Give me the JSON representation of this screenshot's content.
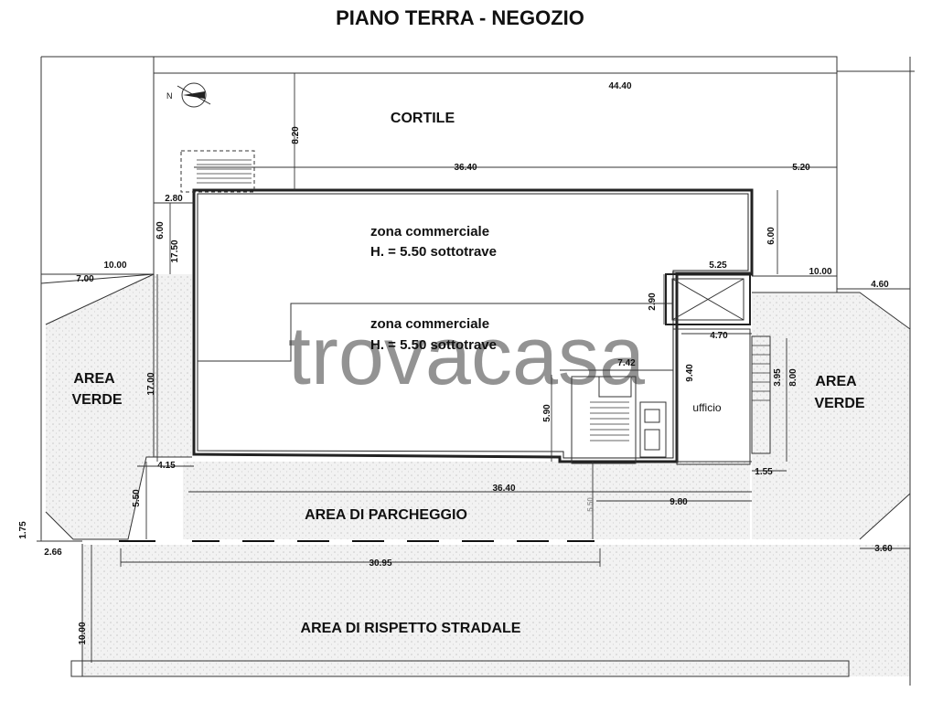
{
  "title": "PIANO TERRA - NEGOZIO",
  "watermark": "trovacasa",
  "labels": {
    "courtyard": "CORTILE",
    "zone1_line1": "zona commerciale",
    "zone1_line2": "H. = 5.50 sottotrave",
    "zone2_line1": "zona commerciale",
    "zone2_line2": "H. = 5.50 sottotrave",
    "green_left_line1": "AREA",
    "green_left_line2": "VERDE",
    "green_right_line1": "AREA",
    "green_right_line2": "VERDE",
    "office": "ufficio",
    "parking": "AREA DI PARCHEGGIO",
    "road_buffer": "AREA DI RISPETTO STRADALE"
  },
  "dimensions": {
    "d_44_40": "44.40",
    "d_8_20": "8.20",
    "d_36_40_top": "36.40",
    "d_5_20": "5.20",
    "d_2_80": "2.80",
    "d_6_00_left": "6.00",
    "d_17_50": "17.50",
    "d_10_00_left": "10.00",
    "d_7_00": "7.00",
    "d_6_00_right": "6.00",
    "d_5_25": "5.25",
    "d_10_00_right": "10.00",
    "d_4_60": "4.60",
    "d_2_90": "2.90",
    "d_4_70": "4.70",
    "d_7_42": "7.42",
    "d_9_40": "9.40",
    "d_3_95": "3.95",
    "d_8_00": "8.00",
    "d_17_00": "17.00",
    "d_5_90": "5.90",
    "d_4_15": "4.15",
    "d_36_40_bottom": "36.40",
    "d_1_55": "1.55",
    "d_9_80": "9.80",
    "d_5_50_left": "5.50",
    "d_5_50_mid": "5.50",
    "d_1_75": "1.75",
    "d_2_66": "2.66",
    "d_30_95": "30.95",
    "d_3_60": "3.60",
    "d_10_00_bottom": "10.00"
  },
  "icons": {
    "compass": "north-arrow-compass-icon"
  }
}
